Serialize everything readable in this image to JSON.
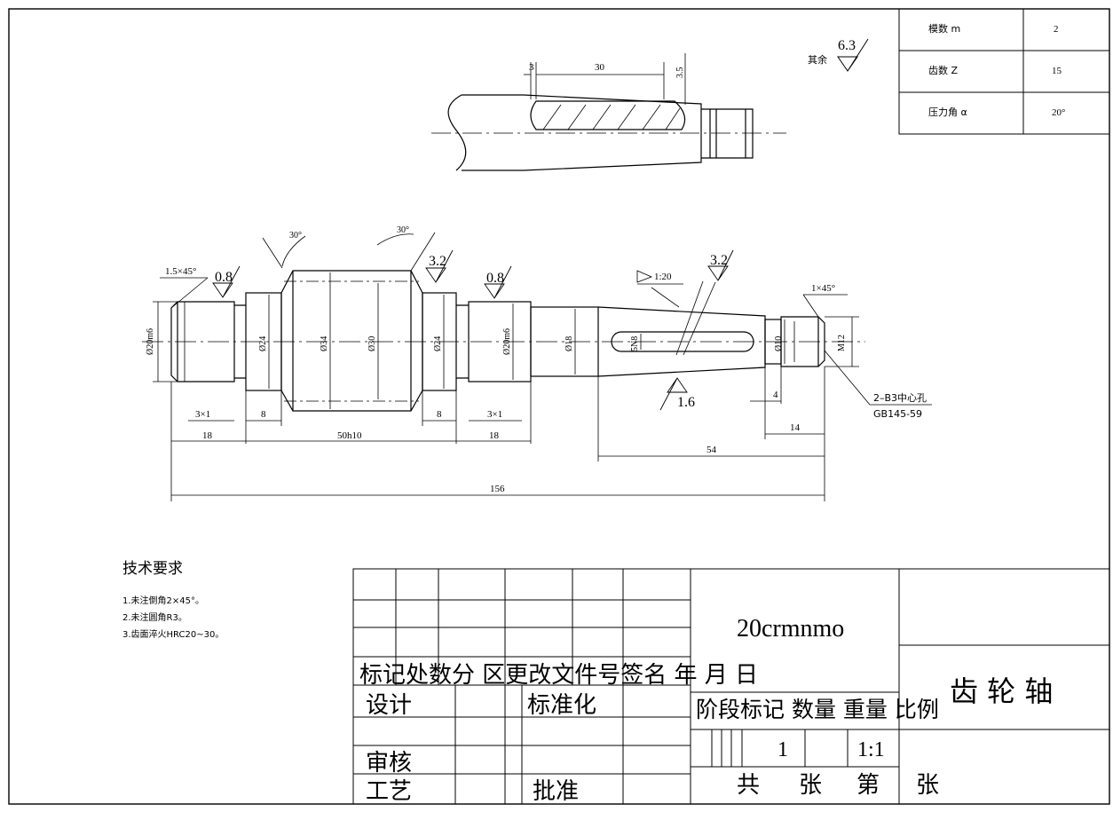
{
  "gear_params": [
    {
      "label": "模数 m",
      "value": "2"
    },
    {
      "label": "齿数 Z",
      "value": "15"
    },
    {
      "label": "压力角 α",
      "value": "20°"
    }
  ],
  "roughness": {
    "other_label": "其余",
    "other_value": "6.3",
    "r32a": "3.2",
    "r32b": "3.2",
    "r08a": "0.8",
    "r08b": "0.8",
    "r16": "1.6"
  },
  "keyway_dims": {
    "d3": "3",
    "d30": "30",
    "d35": "3.5"
  },
  "angles": {
    "a1": "30°",
    "a2": "30°"
  },
  "chamfers": {
    "c1": "1.5×45°",
    "c2": "1×45°",
    "taper": "1:20"
  },
  "diameters": {
    "d1": "Ø20m6",
    "d2": "Ø24",
    "d3": "Ø34",
    "d4": "Ø30",
    "d5": "Ø24",
    "d6": "Ø20m6",
    "d7": "Ø18",
    "d8": "5N8",
    "d9": "Ø10",
    "d10": "M12"
  },
  "lengths": {
    "l3x1a": "3×1",
    "l8a": "8",
    "l8b": "8",
    "l3x1b": "3×1",
    "l18a": "18",
    "l50": "50h10",
    "l18b": "18",
    "l4": "4",
    "l14": "14",
    "l54": "54",
    "l156": "156"
  },
  "center_hole": {
    "line1": "2–B3中心孔",
    "line2": "GB145-59"
  },
  "tech": {
    "title": "技术要求",
    "items": [
      "1.未注倒角2×45°。",
      "2.未注圆角R3。",
      "3.齿面淬火HRC20~30。"
    ]
  },
  "title_block": {
    "material": "20crmnmo",
    "part_name": "齿 轮 轴",
    "header_row": "标记处数分 区更改文件号签名  年  月  日",
    "design": "设计",
    "standard": "标准化",
    "stage_row": "阶段标记 数量 重量 比例",
    "qty": "1",
    "scale": "1:1",
    "review": "审核",
    "process": "工艺",
    "approve": "批准",
    "sheet_total": "共",
    "sheet_unit1": "张",
    "sheet_no": "第",
    "sheet_unit2": "张"
  }
}
